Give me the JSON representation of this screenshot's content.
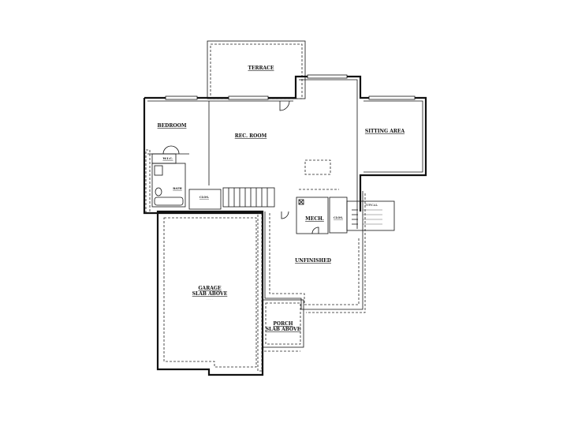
{
  "plan": {
    "rooms": {
      "terrace": "TERRACE",
      "bedroom": "BEDROOM",
      "rec_room": "REC. ROOM",
      "sitting_area": "SITTING AREA",
      "wic": "W.I.C.",
      "bath": "BATH",
      "closet_left": "CLOS.",
      "mech": "MECH.",
      "closet_right": "CLOS.",
      "unfinished": "UNFINISHED",
      "garage": "GARAGE",
      "garage_sub": "SLAB ABOVE",
      "porch": "PORCH",
      "porch_sub": "SLAB ABOVE"
    },
    "legend": {
      "title": "TYPICAL"
    }
  }
}
